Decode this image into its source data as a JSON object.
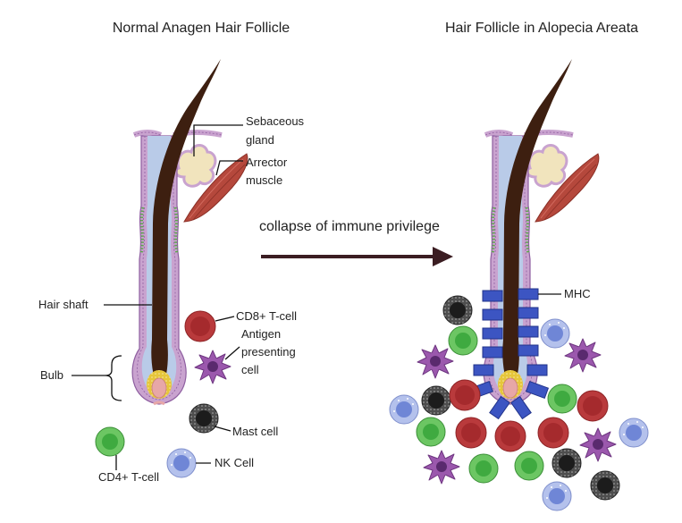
{
  "titles": {
    "left": "Normal Anagen Hair Follicle",
    "right": "Hair Follicle in Alopecia Areata"
  },
  "transition": {
    "label": "collapse of immune privilege"
  },
  "labels": {
    "sebaceous_line1": "Sebaceous",
    "sebaceous_line2": "gland",
    "arrector_line1": "Arrector",
    "arrector_line2": "muscle",
    "hair_shaft": "Hair shaft",
    "bulb": "Bulb",
    "cd8": "CD8+ T-cell",
    "apc_line1": "Antigen",
    "apc_line2": "presenting",
    "apc_line3": "cell",
    "mast": "Mast cell",
    "cd4": "CD4+ T-cell",
    "nk": "NK Cell",
    "mhc": "MHC"
  },
  "colors": {
    "hair": "#3d1f10",
    "outer_sheath": "#c9a3cf",
    "inner_sheath": "#b9cbe8",
    "sebaceous": "#f1e4bd",
    "muscle": "#b5483c",
    "cd8": "#c23b3d",
    "apc": "#8e4aa0",
    "mast": "#3a3a3a",
    "cd4": "#5cbf55",
    "nk": "#a9b8e6",
    "mhc": "#3c55c2",
    "arrow": "#3b1d22"
  }
}
